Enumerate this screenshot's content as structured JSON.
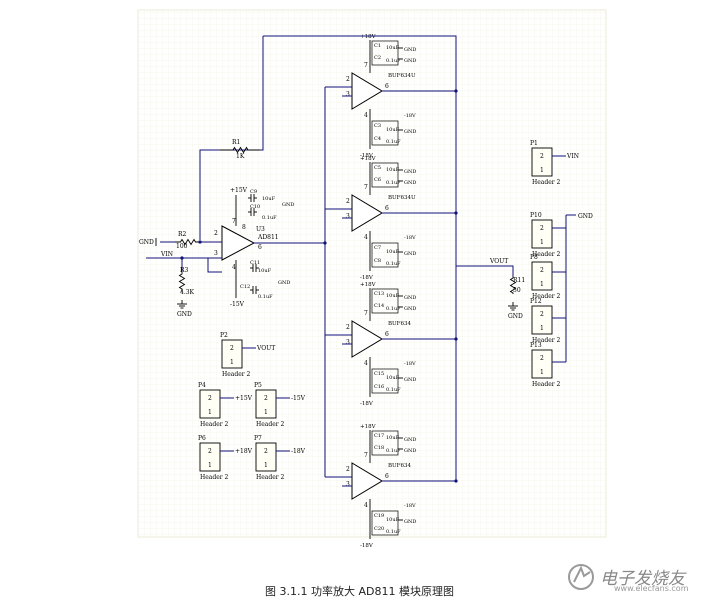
{
  "caption": "图 3.1.1 功率放大 AD811 模块原理图",
  "watermark": {
    "text": "电子发烧友",
    "url": "www.elecfans.com"
  },
  "colors": {
    "wire": "#10107a",
    "ink": "#000000",
    "grid": "#efefd6",
    "label": "#10107a"
  },
  "schematic": {
    "main_amp": {
      "ref": "U3",
      "part": "AD811",
      "pins": [
        "2",
        "3",
        "6",
        "7",
        "4",
        "8"
      ]
    },
    "supply_amp": {
      "pos": "+15V",
      "neg": "-15V",
      "gnd": "GND"
    },
    "main_caps": [
      {
        "ref": "C9",
        "val": "10uF"
      },
      {
        "ref": "C10",
        "val": "0.1uF"
      },
      {
        "ref": "C11",
        "val": "10uF"
      },
      {
        "ref": "C12",
        "val": "0.1uF"
      }
    ],
    "resistors": [
      {
        "ref": "R1",
        "val": "1K"
      },
      {
        "ref": "R2",
        "val": "100"
      },
      {
        "ref": "R3",
        "val": "4.3K"
      },
      {
        "ref": "R11",
        "val": "50"
      }
    ],
    "input": {
      "gnd": "GND",
      "vin": "VIN"
    },
    "buffers": [
      {
        "ref": "BUF634U",
        "vpos": "+18V",
        "vneg": "-18V",
        "caps": [
          "C1",
          "C2",
          "C3",
          "C4"
        ],
        "cval_big": "10uF",
        "cval_small": "0.1uF",
        "pins": [
          "2",
          "3",
          "6",
          "7",
          "4"
        ]
      },
      {
        "ref": "BUF634U",
        "vpos": "+18V",
        "vneg": "-18V",
        "caps": [
          "C5",
          "C6",
          "C7",
          "C8"
        ],
        "cval_big": "10uF",
        "cval_small": "0.1uF",
        "pins": [
          "2",
          "3",
          "6",
          "7",
          "4"
        ]
      },
      {
        "ref": "BUF634",
        "vpos": "+18V",
        "vneg": "-18V",
        "caps": [
          "C13",
          "C14",
          "C15",
          "C16"
        ],
        "cval_big": "10uF",
        "cval_small": "0.1uF",
        "pins": [
          "2",
          "3",
          "6",
          "7",
          "4"
        ]
      },
      {
        "ref": "BUF634",
        "vpos": "+18V",
        "vneg": "-18V",
        "caps": [
          "C17",
          "C18",
          "C19",
          "C20"
        ],
        "cval_big": "10uF",
        "cval_small": "0.1uF",
        "pins": [
          "2",
          "3",
          "6",
          "7",
          "4"
        ]
      }
    ],
    "output": {
      "net": "VOUT",
      "gnd": "GND"
    },
    "headers": {
      "p1": {
        "ref": "P1",
        "type": "Header 2",
        "net": "VIN",
        "pins": [
          "2",
          "1"
        ]
      },
      "p2": {
        "ref": "P2",
        "type": "Header 2",
        "net": "VOUT",
        "pins": [
          "2",
          "1"
        ]
      },
      "p10": {
        "ref": "P10",
        "type": "Header 2",
        "pins": [
          "2",
          "1"
        ]
      },
      "p8": {
        "ref": "P8",
        "type": "Header 2",
        "pins": [
          "2",
          "1"
        ]
      },
      "p12": {
        "ref": "P12",
        "type": "Header 2",
        "pins": [
          "2",
          "1"
        ]
      },
      "p13": {
        "ref": "P13",
        "type": "Header 2",
        "pins": [
          "2",
          "1"
        ]
      },
      "p4": {
        "ref": "P4",
        "type": "Header 2",
        "net": "+15V",
        "pins": [
          "2",
          "1"
        ]
      },
      "p5": {
        "ref": "P5",
        "type": "Header 2",
        "net": "-15V",
        "pins": [
          "2",
          "1"
        ]
      },
      "p6": {
        "ref": "P6",
        "type": "Header 2",
        "net": "+18V",
        "pins": [
          "2",
          "1"
        ]
      },
      "p7": {
        "ref": "P7",
        "type": "Header 2",
        "net": "-18V",
        "pins": [
          "2",
          "1"
        ]
      }
    },
    "right_gnd": "GND"
  }
}
